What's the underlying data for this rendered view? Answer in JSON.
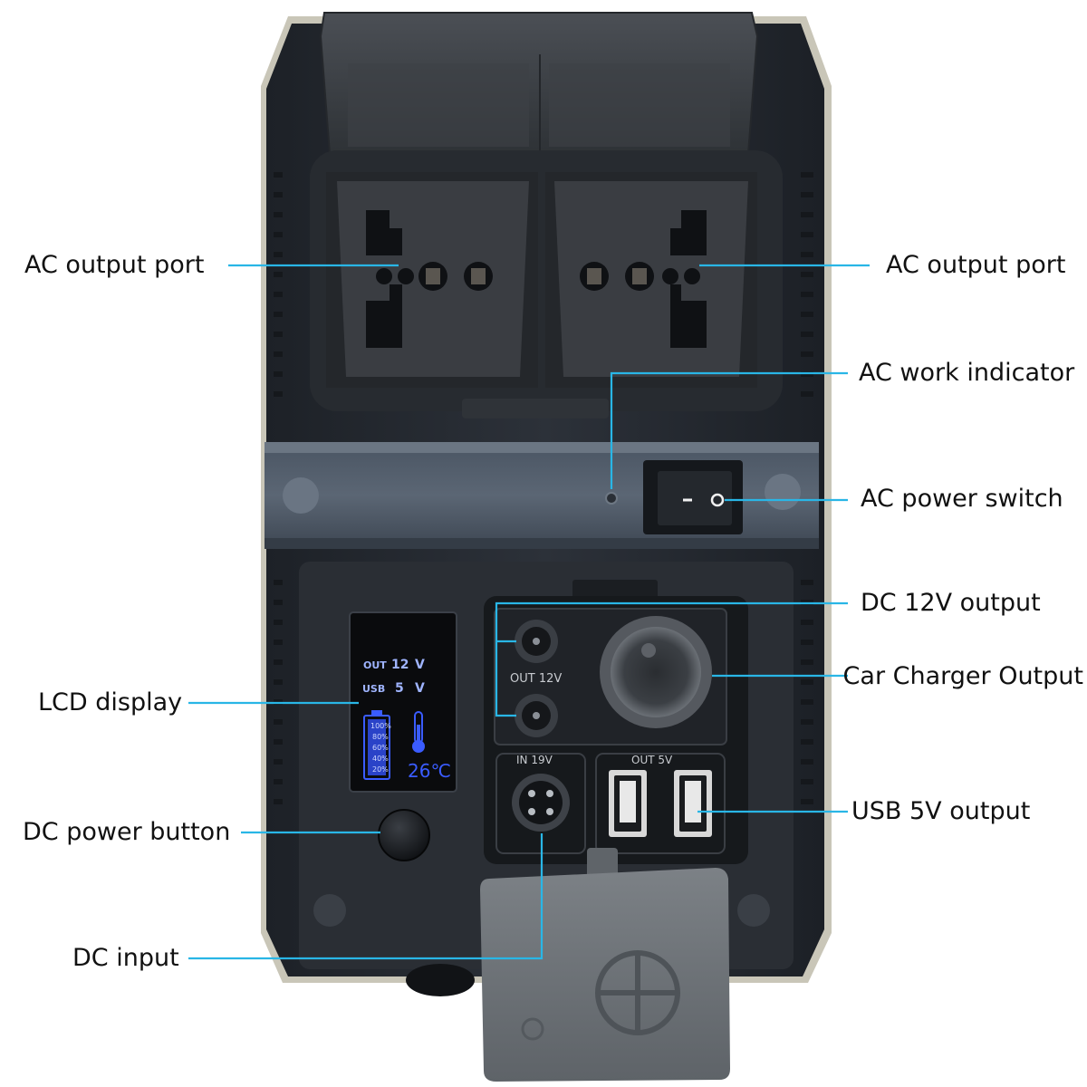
{
  "labels": {
    "ac_output_port_left": "AC output port",
    "ac_output_port_right": "AC output port",
    "ac_work_indicator": "AC work indicator",
    "ac_power_switch": "AC power switch",
    "dc_12v_output": "DC 12V output",
    "car_charger_output": "Car Charger Output",
    "usb_5v_output": "USB 5V output",
    "lcd_display": "LCD display",
    "dc_power_button": "DC power button",
    "dc_input": "DC input"
  },
  "panel_text": {
    "out_12v": "OUT  12V",
    "in_19v": "IN 19V",
    "out_5v": "OUT  5V"
  },
  "lcd": {
    "out_label": "OUT",
    "out_value": "12",
    "out_unit": "V",
    "usb_label": "USB",
    "usb_value": "5",
    "usb_unit": "V",
    "battery_levels": [
      "100%",
      "80%",
      "60%",
      "40%",
      "20%"
    ],
    "temperature": "26℃"
  },
  "colors": {
    "callout_line": "#29b6e6",
    "device_body": "#2b3038",
    "device_dark": "#1f2328",
    "socket_face": "#3a3d42",
    "lcd_glow": "#3a5cff",
    "cover_gray": "#6f7479"
  }
}
